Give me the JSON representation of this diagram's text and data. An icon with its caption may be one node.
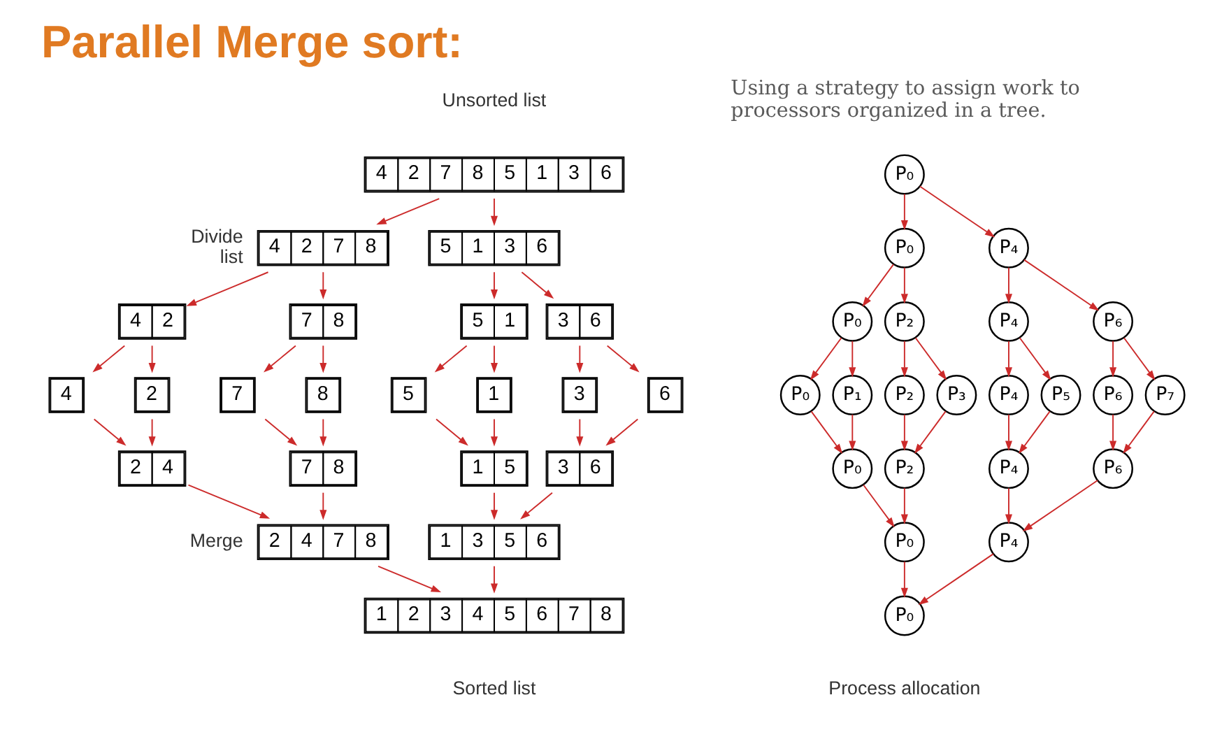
{
  "diagram": {
    "title": "Parallel Merge sort:",
    "nodes": [
      {
        "text": [
          "4",
          "2",
          "7",
          "8",
          "5",
          "1",
          "3",
          "6"
        ]
      },
      {
        "text": [
          "4",
          "2",
          "7",
          "8"
        ]
      },
      {
        "text": [
          "5",
          "1",
          "3",
          "6"
        ]
      },
      {
        "text": [
          "4",
          "2"
        ]
      },
      {
        "text": [
          "7",
          "8"
        ]
      },
      {
        "text": [
          "5",
          "1"
        ]
      },
      {
        "text": [
          "3",
          "6"
        ]
      },
      {
        "text": [
          "4"
        ]
      },
      {
        "text": [
          "2"
        ]
      },
      {
        "text": [
          "7"
        ]
      },
      {
        "text": [
          "8"
        ]
      },
      {
        "text": [
          "5"
        ]
      },
      {
        "text": [
          "1"
        ]
      },
      {
        "text": [
          "3"
        ]
      },
      {
        "text": [
          "6"
        ]
      },
      {
        "text": [
          "2",
          "4"
        ]
      },
      {
        "text": [
          "7",
          "8"
        ]
      },
      {
        "text": [
          "1",
          "5"
        ]
      },
      {
        "text": [
          "3",
          "6"
        ]
      },
      {
        "text": [
          "2",
          "4",
          "7",
          "8"
        ]
      },
      {
        "text": [
          "1",
          "3",
          "5",
          "6"
        ]
      },
      {
        "text": [
          "1",
          "2",
          "3",
          "4",
          "5",
          "6",
          "7",
          "8"
        ]
      },
      {
        "text": [
          "P₀"
        ]
      },
      {
        "text": [
          "P₀"
        ]
      },
      {
        "text": [
          "P₄"
        ]
      },
      {
        "text": [
          "P₀"
        ]
      },
      {
        "text": [
          "P₂"
        ]
      },
      {
        "text": [
          "P₄"
        ]
      },
      {
        "text": [
          "P₆"
        ]
      },
      {
        "text": [
          "P₀"
        ]
      },
      {
        "text": [
          "P₁"
        ]
      },
      {
        "text": [
          "P₂"
        ]
      },
      {
        "text": [
          "P₃"
        ]
      },
      {
        "text": [
          "P₄"
        ]
      },
      {
        "text": [
          "P₅"
        ]
      },
      {
        "text": [
          "P₆"
        ]
      },
      {
        "text": [
          "P₇"
        ]
      },
      {
        "text": [
          "P₀"
        ]
      },
      {
        "text": [
          "P₂"
        ]
      },
      {
        "text": [
          "P₄"
        ]
      },
      {
        "text": [
          "P₆"
        ]
      },
      {
        "text": [
          "P₀"
        ]
      },
      {
        "text": [
          "P₄"
        ]
      },
      {
        "text": [
          "P₀"
        ]
      }
    ],
    "edges": [
      {
        "from": 0,
        "to": 1,
        "arrow": "to"
      },
      {
        "from": 0,
        "to": 2,
        "arrow": "to"
      },
      {
        "from": 1,
        "to": 3,
        "arrow": "to"
      },
      {
        "from": 1,
        "to": 4,
        "arrow": "to"
      },
      {
        "from": 2,
        "to": 5,
        "arrow": "to"
      },
      {
        "from": 2,
        "to": 6,
        "arrow": "to"
      },
      {
        "from": 3,
        "to": 7,
        "arrow": "to"
      },
      {
        "from": 3,
        "to": 8,
        "arrow": "to"
      },
      {
        "from": 4,
        "to": 9,
        "arrow": "to"
      },
      {
        "from": 4,
        "to": 10,
        "arrow": "to"
      },
      {
        "from": 5,
        "to": 11,
        "arrow": "to"
      },
      {
        "from": 5,
        "to": 12,
        "arrow": "to"
      },
      {
        "from": 6,
        "to": 13,
        "arrow": "to"
      },
      {
        "from": 6,
        "to": 14,
        "arrow": "to"
      },
      {
        "from": 7,
        "to": 15,
        "arrow": "to"
      },
      {
        "from": 8,
        "to": 15,
        "arrow": "to"
      },
      {
        "from": 9,
        "to": 16,
        "arrow": "to"
      },
      {
        "from": 10,
        "to": 16,
        "arrow": "to"
      },
      {
        "from": 11,
        "to": 17,
        "arrow": "to"
      },
      {
        "from": 12,
        "to": 17,
        "arrow": "to"
      },
      {
        "from": 13,
        "to": 18,
        "arrow": "to"
      },
      {
        "from": 14,
        "to": 18,
        "arrow": "to"
      },
      {
        "from": 15,
        "to": 19,
        "arrow": "to"
      },
      {
        "from": 16,
        "to": 19,
        "arrow": "to"
      },
      {
        "from": 17,
        "to": 20,
        "arrow": "to"
      },
      {
        "from": 18,
        "to": 20,
        "arrow": "to"
      },
      {
        "from": 19,
        "to": 21,
        "arrow": "to"
      },
      {
        "from": 20,
        "to": 21,
        "arrow": "to"
      },
      {
        "from": 22,
        "to": 23,
        "arrow": "to"
      },
      {
        "from": 22,
        "to": 24,
        "arrow": "to"
      },
      {
        "from": 23,
        "to": 25,
        "arrow": "to"
      },
      {
        "from": 23,
        "to": 26,
        "arrow": "to"
      },
      {
        "from": 24,
        "to": 27,
        "arrow": "to"
      },
      {
        "from": 24,
        "to": 28,
        "arrow": "to"
      },
      {
        "from": 25,
        "to": 29,
        "arrow": "to"
      },
      {
        "from": 25,
        "to": 30,
        "arrow": "to"
      },
      {
        "from": 26,
        "to": 31,
        "arrow": "to"
      },
      {
        "from": 26,
        "to": 32,
        "arrow": "to"
      },
      {
        "from": 27,
        "to": 33,
        "arrow": "to"
      },
      {
        "from": 27,
        "to": 34,
        "arrow": "to"
      },
      {
        "from": 28,
        "to": 35,
        "arrow": "to"
      },
      {
        "from": 28,
        "to": 36,
        "arrow": "to"
      },
      {
        "from": 29,
        "to": 37,
        "arrow": "to"
      },
      {
        "from": 30,
        "to": 37,
        "arrow": "to"
      },
      {
        "from": 31,
        "to": 38,
        "arrow": "to"
      },
      {
        "from": 32,
        "to": 38,
        "arrow": "to"
      },
      {
        "from": 33,
        "to": 39,
        "arrow": "to"
      },
      {
        "from": 34,
        "to": 39,
        "arrow": "to"
      },
      {
        "from": 35,
        "to": 40,
        "arrow": "to"
      },
      {
        "from": 36,
        "to": 40,
        "arrow": "to"
      },
      {
        "from": 37,
        "to": 41,
        "arrow": "to"
      },
      {
        "from": 38,
        "to": 41,
        "arrow": "to"
      },
      {
        "from": 39,
        "to": 42,
        "arrow": "to"
      },
      {
        "from": 40,
        "to": 42,
        "arrow": "to"
      },
      {
        "from": 41,
        "to": 43,
        "arrow": "to"
      },
      {
        "from": 42,
        "to": 43,
        "arrow": "to"
      }
    ],
    "labels": [
      "Using a strategy to assign work to processors organized in a tree.",
      "Unsorted list",
      "Divide list",
      "Merge",
      "Sorted list",
      "Process allocation"
    ]
  }
}
